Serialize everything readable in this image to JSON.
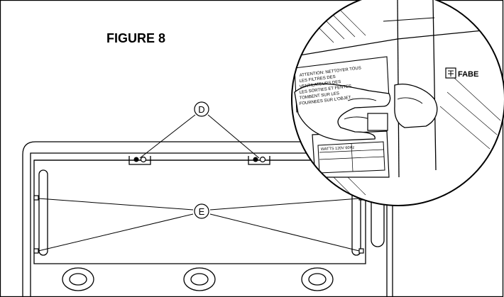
{
  "figure": {
    "title": "FIGURE 8",
    "callouts": {
      "d": "D",
      "e": "E"
    },
    "inset": {
      "warning_text_lines": [
        "ATTENTION: NETTOYER TOUS",
        "LES FILTRES DES",
        "VENTILATEURS DES",
        "LES SORTIES ET FENTES",
        "TOMBENT SUR LES",
        "FOURNEES SUR L'OBJET..."
      ],
      "brand_text": "FABE",
      "rating_text": "WATTS 120V 60Hz"
    }
  },
  "colors": {
    "line": "#000000",
    "background": "#ffffff"
  }
}
